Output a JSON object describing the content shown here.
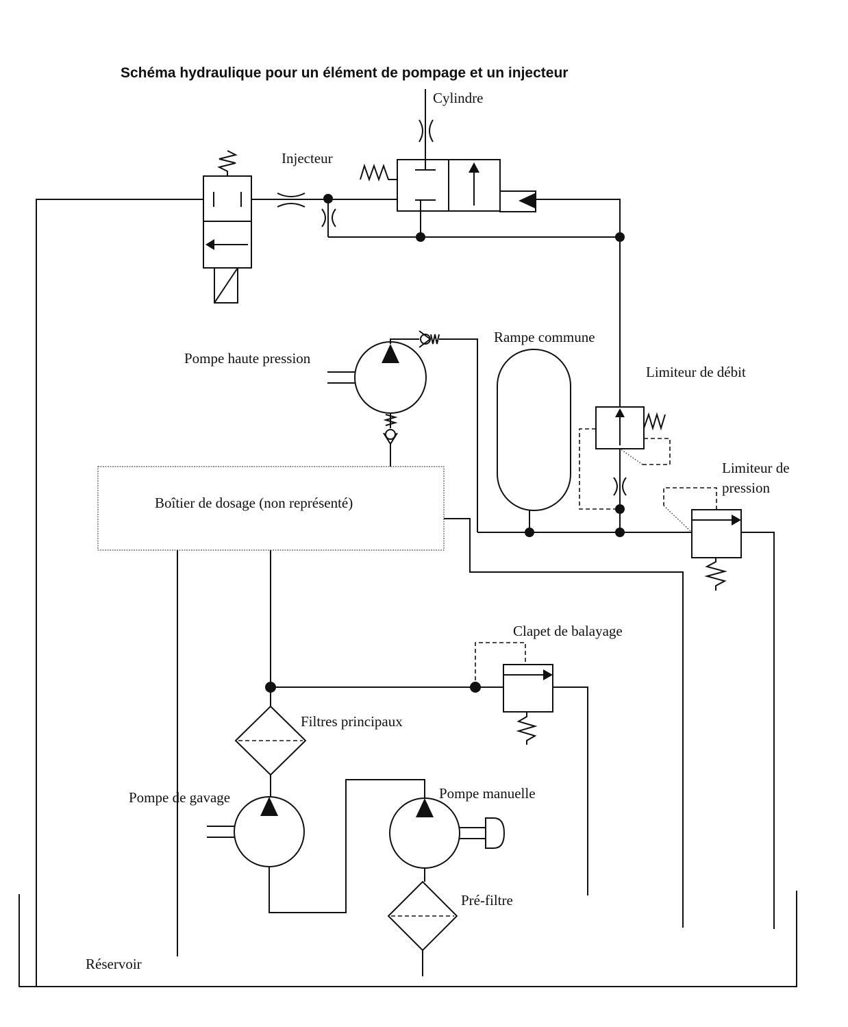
{
  "title": "Schéma hydraulique pour un élément de pompage et un injecteur",
  "labels": {
    "cylindre": "Cylindre",
    "injecteur": "Injecteur",
    "pompe_haute_pression": "Pompe haute pression",
    "rampe_commune": "Rampe commune",
    "limiteur_debit": "Limiteur de débit",
    "limiteur_pression_1": "Limiteur de",
    "limiteur_pression_2": "pression",
    "boitier_dosage": "Boîtier de dosage (non représenté)",
    "clapet_balayage": "Clapet de balayage",
    "filtres_principaux": "Filtres principaux",
    "pompe_gavage": "Pompe de gavage",
    "pompe_manuelle": "Pompe  manuelle",
    "pre_filtre": "Pré-filtre",
    "reservoir": "Réservoir"
  }
}
